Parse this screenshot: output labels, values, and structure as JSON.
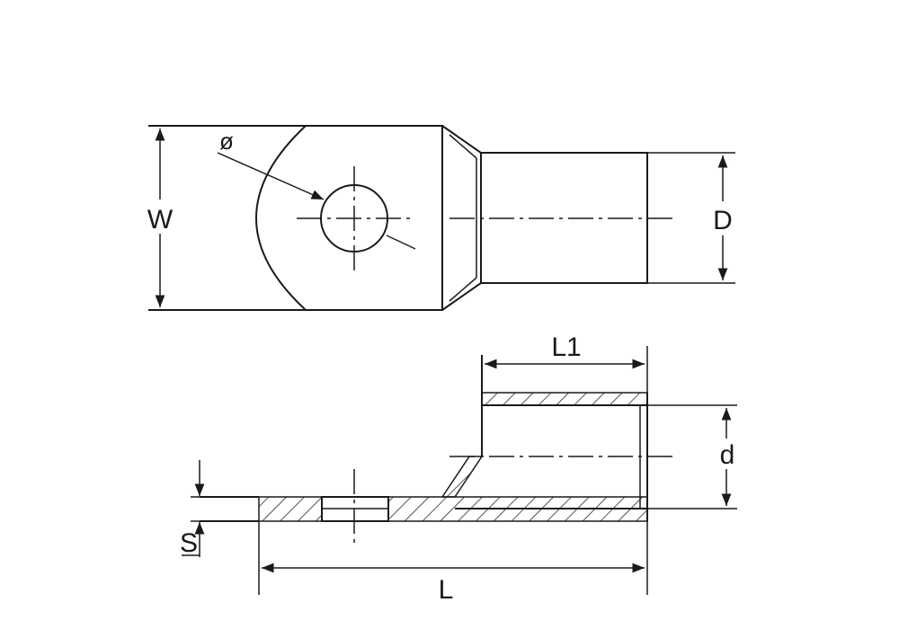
{
  "labels": {
    "width": "W",
    "diameter": "ø",
    "barrel_outer": "D",
    "barrel_length": "L1",
    "barrel_inner": "d",
    "thickness": "S",
    "total_length": "L"
  },
  "colors": {
    "line": "#1a1a1a",
    "background": "#ffffff"
  }
}
